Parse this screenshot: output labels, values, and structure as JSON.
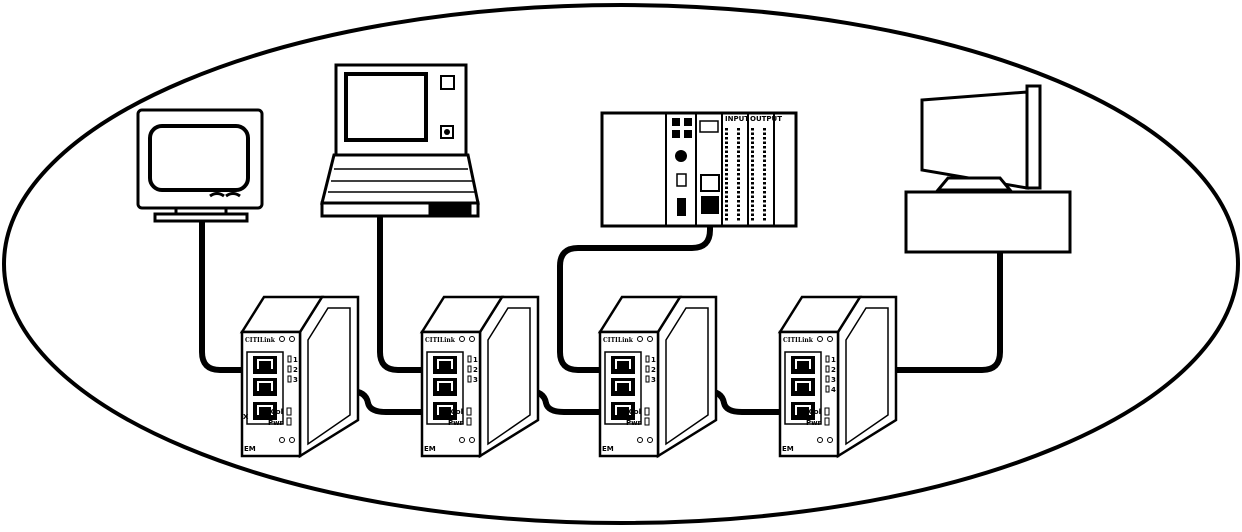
{
  "colors": {
    "ink": "#000000",
    "paper": "#ffffff"
  },
  "devices": [
    {
      "id": "crt-monitor",
      "kind": "monitor-icon"
    },
    {
      "id": "laptop",
      "kind": "laptop-icon"
    },
    {
      "id": "plc",
      "kind": "plc-icon"
    },
    {
      "id": "projector-terminal",
      "kind": "projector-icon"
    }
  ],
  "plc": {
    "input_label": "INPUT",
    "output_label": "OUTPUT"
  },
  "hubs": [
    {
      "brand": "CITILink",
      "port_nums": [
        "1",
        "2",
        "3"
      ],
      "col_label": "Col",
      "pwr_label": "Pwr",
      "footer_label": "EM",
      "x_mark": "X"
    },
    {
      "brand": "CITILink",
      "port_nums": [
        "1",
        "2",
        "3"
      ],
      "col_label": "Col",
      "pwr_label": "Pwr",
      "footer_label": "EM",
      "x_mark": ""
    },
    {
      "brand": "CITILink",
      "port_nums": [
        "1",
        "2",
        "3"
      ],
      "col_label": "Col",
      "pwr_label": "Pwr",
      "footer_label": "EM",
      "x_mark": ""
    },
    {
      "brand": "CITILink",
      "port_nums": [
        "1",
        "2",
        "3",
        "4"
      ],
      "col_label": "Col",
      "pwr_label": "Pwr",
      "footer_label": "EM",
      "x_mark": ""
    }
  ],
  "connections": [
    {
      "from": "crt-monitor",
      "to": "hub-1"
    },
    {
      "from": "laptop",
      "to": "hub-2"
    },
    {
      "from": "plc",
      "to": "hub-3"
    },
    {
      "from": "projector-terminal",
      "to": "hub-4"
    },
    {
      "from": "hub-1",
      "to": "hub-2"
    },
    {
      "from": "hub-2",
      "to": "hub-3"
    },
    {
      "from": "hub-3",
      "to": "hub-4"
    }
  ]
}
